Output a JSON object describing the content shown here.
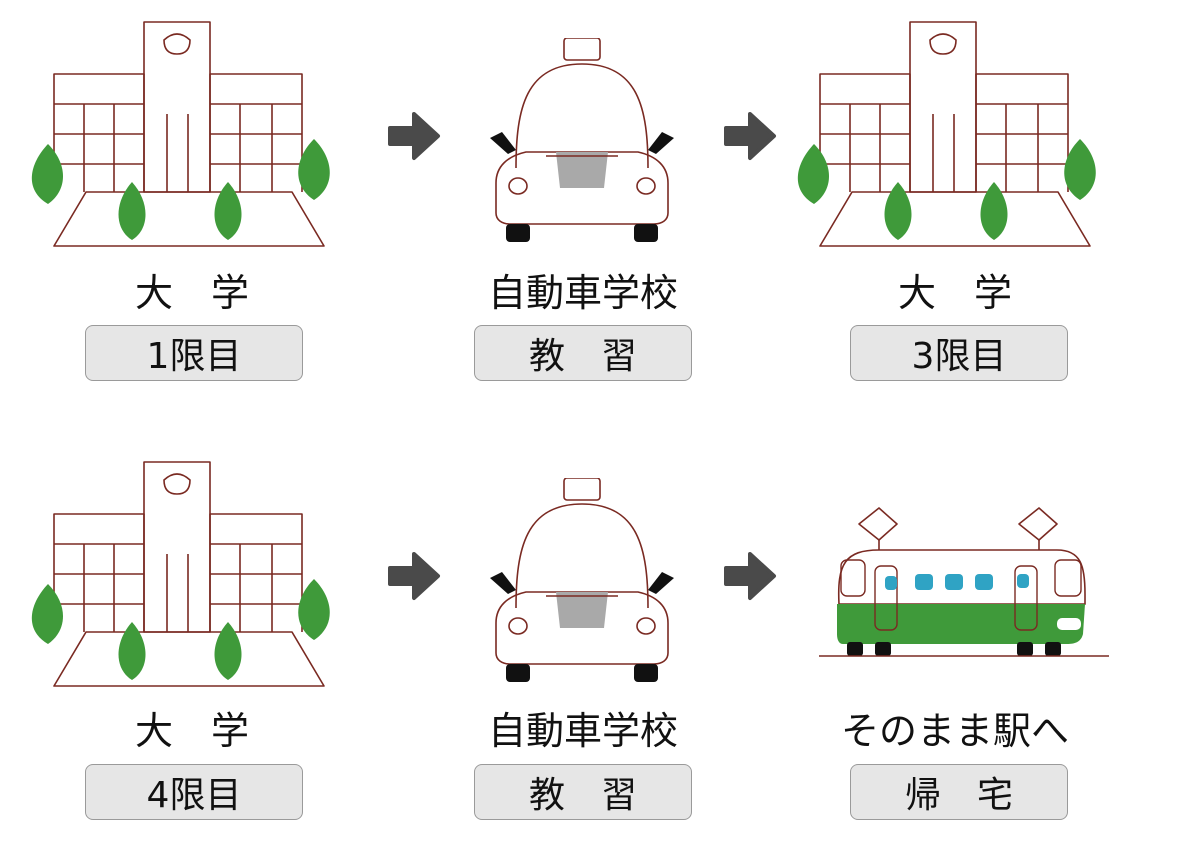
{
  "steps": [
    {
      "place": "大　学",
      "badge": "1限目",
      "icon": "university-building-icon"
    },
    {
      "place": "自動車学校",
      "badge": "教　習",
      "icon": "driving-school-car-icon"
    },
    {
      "place": "大　学",
      "badge": "3限目",
      "icon": "university-building-icon"
    },
    {
      "place": "大　学",
      "badge": "4限目",
      "icon": "university-building-icon"
    },
    {
      "place": "自動車学校",
      "badge": "教　習",
      "icon": "driving-school-car-icon"
    },
    {
      "place": "そのまま駅へ",
      "badge": "帰　宅",
      "icon": "train-icon"
    }
  ],
  "colors": {
    "outline": "#7a2a22",
    "tree": "#3f9a3a",
    "arrow": "#4a4a4a",
    "train_band": "#3f9a3a",
    "train_window": "#2fa3c4",
    "grille": "#a9a9a9"
  }
}
